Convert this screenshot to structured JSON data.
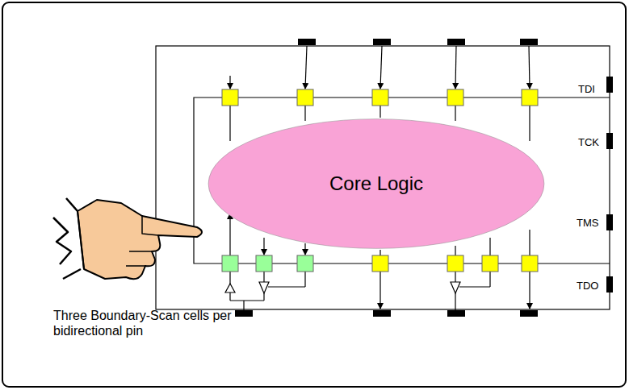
{
  "diagram": {
    "nodes": [
      {
        "text": [
          "Core Logic"
        ]
      }
    ],
    "labels": [
      "TDI",
      "TCK",
      "TMS",
      "TDO",
      "Three Boundary-Scan cells per bidirectional pin"
    ]
  }
}
